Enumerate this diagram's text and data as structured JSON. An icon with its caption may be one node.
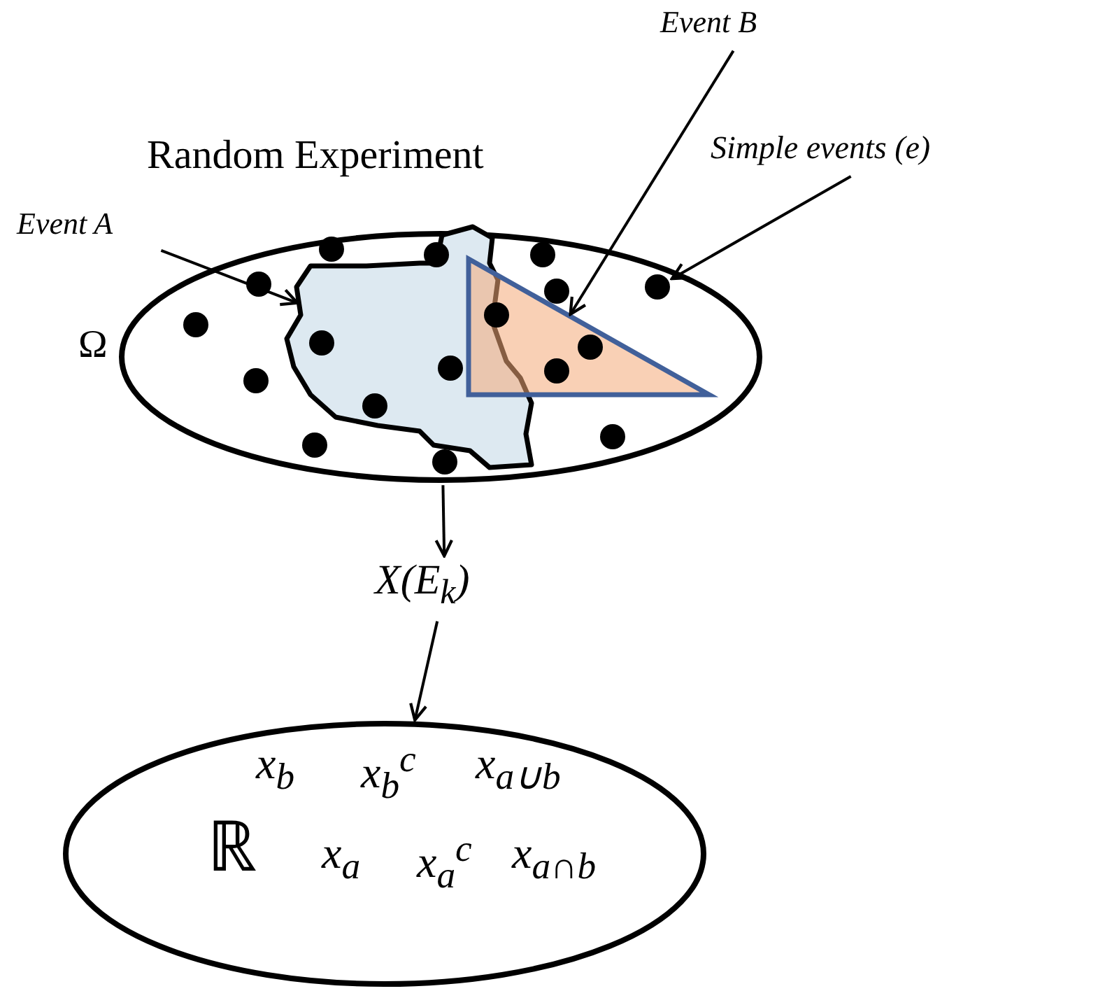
{
  "diagram": {
    "nodes": [
      {
        "text": [
          "Random Experiment"
        ],
        "beside": [
          "Ω"
        ]
      },
      {
        "text": [
          "Event A"
        ]
      },
      {
        "text": [],
        "shape": "region",
        "in": 0
      },
      {
        "text": [
          "Event B"
        ]
      },
      {
        "text": [],
        "shape": "triangle",
        "in": 0
      },
      {
        "text": [
          "Simple events (e)"
        ]
      },
      {
        "text": [],
        "shape": "circle",
        "in": 0
      },
      {
        "text": [],
        "shape": "circle",
        "in": 0
      },
      {
        "text": [],
        "shape": "circle",
        "in": 0
      },
      {
        "text": [],
        "shape": "circle",
        "in": 0
      },
      {
        "text": [],
        "shape": "circle",
        "in": 2
      },
      {
        "text": [],
        "shape": "circle",
        "in": 0
      },
      {
        "text": [],
        "shape": "circle",
        "in": 2
      },
      {
        "text": [],
        "shape": "circle",
        "in": 0
      },
      {
        "text": [],
        "shape": "circle",
        "in": 0
      },
      {
        "text": [],
        "shape": "circle",
        "in": 2
      },
      {
        "text": [],
        "shape": "circle",
        "in": 4
      },
      {
        "text": [],
        "shape": "circle",
        "in": 0
      },
      {
        "text": [],
        "shape": "circle",
        "in": 0
      },
      {
        "text": [],
        "shape": "circle",
        "in": 4
      },
      {
        "text": [],
        "shape": "circle",
        "in": 4
      },
      {
        "text": [],
        "shape": "circle",
        "in": 0
      },
      {
        "text": [],
        "shape": "circle",
        "in": 0
      },
      {
        "text": [
          "X(E$_{k}$)"
        ]
      },
      {
        "text": [
          "x$_{b}$",
          "x$_{b}$$^{c}$",
          "x$_{a∪b}$",
          "ℝ",
          "x$_{a}$",
          "x$_{a}$$^{c}$",
          "x$_{a∩b}$"
        ]
      }
    ],
    "edges": [
      {
        "from": 1,
        "to": 2,
        "arrow": "to"
      },
      {
        "from": 3,
        "to": 4,
        "arrow": "to"
      },
      {
        "from": 5,
        "to": 22,
        "arrow": "to"
      },
      {
        "from": 0,
        "to": 23,
        "arrow": "to"
      },
      {
        "from": 23,
        "to": 24,
        "arrow": "to"
      }
    ]
  }
}
